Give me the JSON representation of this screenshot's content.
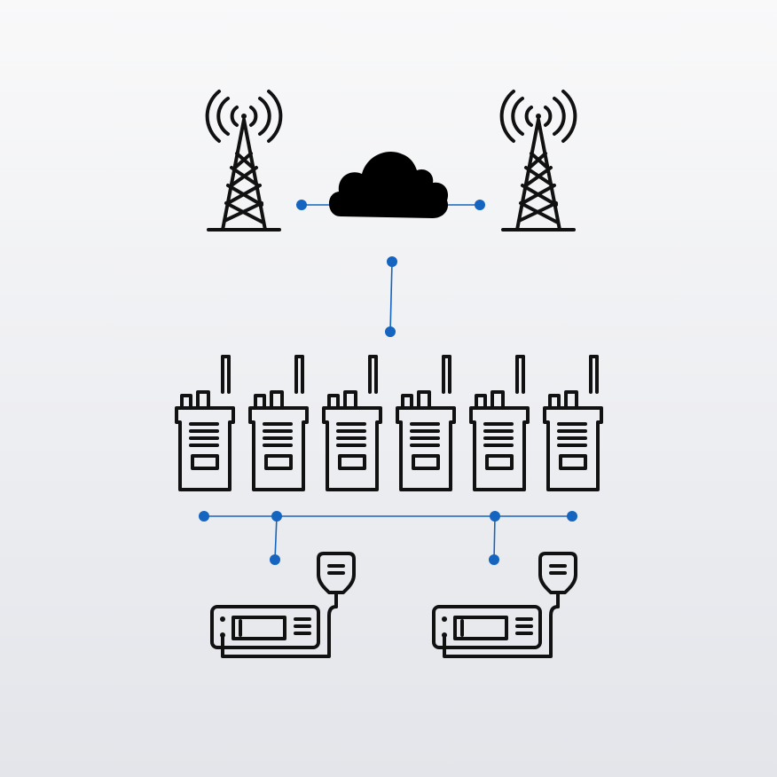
{
  "colors": {
    "background_top": "#f9f9fa",
    "background_bottom": "#e3e5ea",
    "icon": "#111111",
    "link": "#1565c0"
  },
  "nodes": {
    "towers": [
      {
        "icon": "radio-tower-icon"
      },
      {
        "icon": "radio-tower-icon"
      }
    ],
    "cloud": {
      "icon": "cloud-icon"
    },
    "handheld_radios": [
      {
        "icon": "handheld-radio-icon"
      },
      {
        "icon": "handheld-radio-icon"
      },
      {
        "icon": "handheld-radio-icon"
      },
      {
        "icon": "handheld-radio-icon"
      },
      {
        "icon": "handheld-radio-icon"
      },
      {
        "icon": "handheld-radio-icon"
      }
    ],
    "mobile_radios": [
      {
        "icon": "mobile-radio-icon"
      },
      {
        "icon": "mobile-radio-icon"
      }
    ]
  },
  "connections": [
    {
      "from": "tower-left",
      "to": "cloud"
    },
    {
      "from": "cloud",
      "to": "tower-right"
    },
    {
      "from": "cloud",
      "to": "handheld-radios"
    },
    {
      "from": "handheld-radios",
      "to": "mobile-radio-left"
    },
    {
      "from": "handheld-radios",
      "to": "mobile-radio-right"
    }
  ]
}
